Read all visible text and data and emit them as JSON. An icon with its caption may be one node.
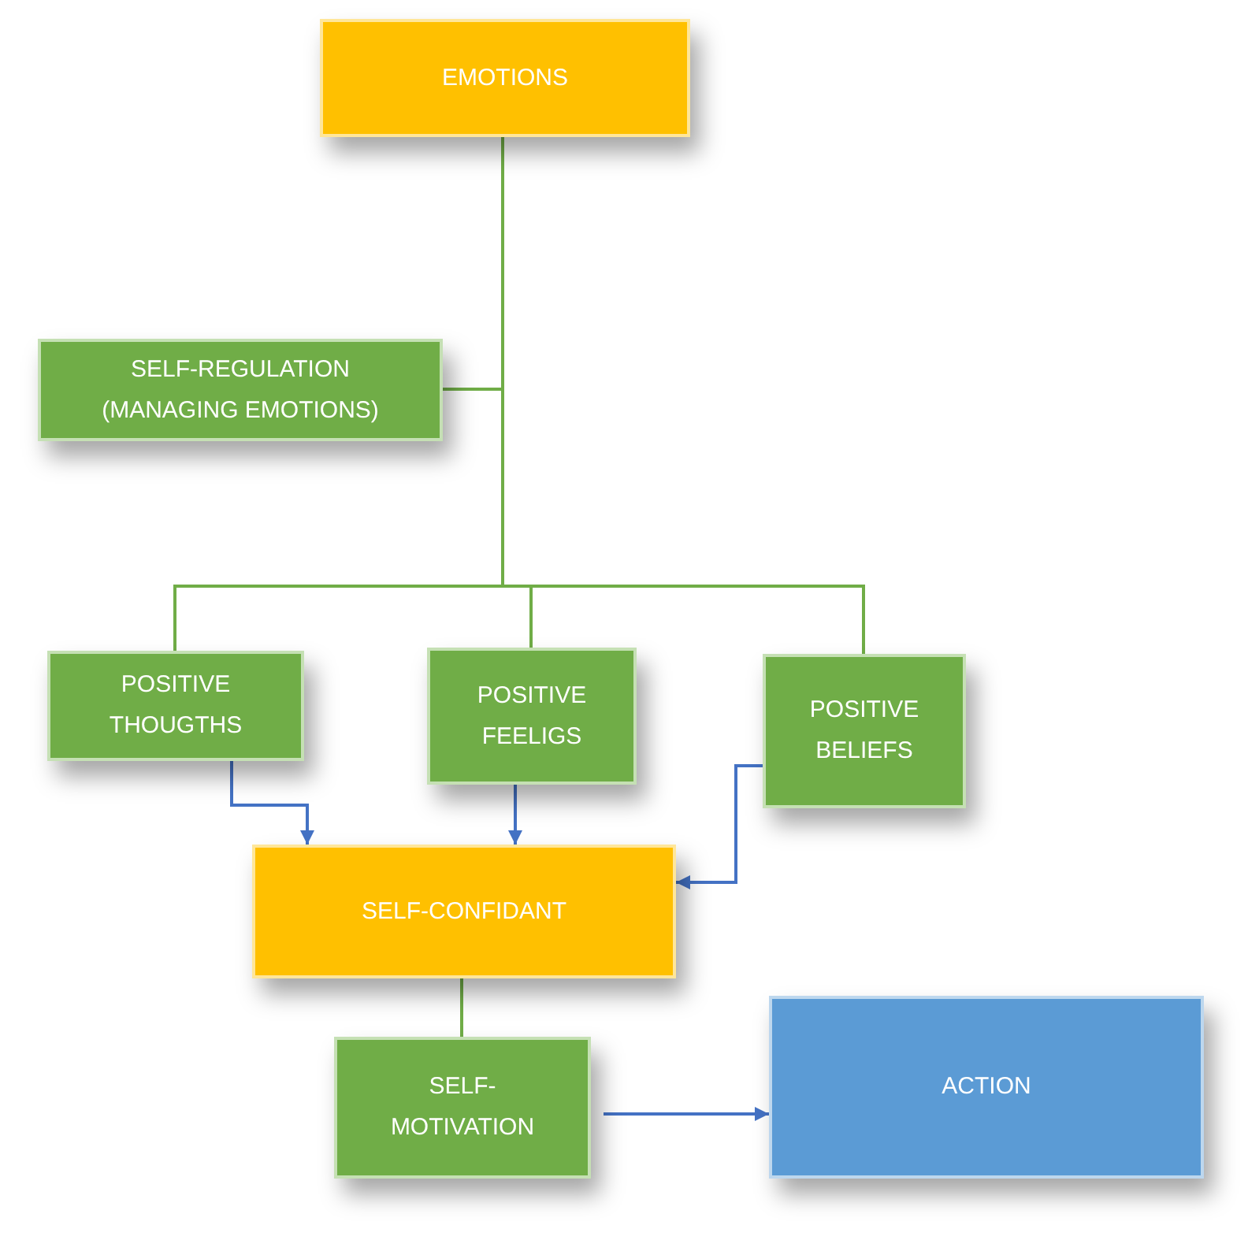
{
  "diagram": {
    "nodes": [
      {
        "text": [
          "EMOTIONS"
        ]
      },
      {
        "text": [
          "SELF-REGULATION (MANAGING EMOTIONS)"
        ]
      },
      {
        "text": [
          "POSITIVE THOUGTHS"
        ]
      },
      {
        "text": [
          "POSITIVE FEELIGS"
        ]
      },
      {
        "text": [
          "POSITIVE BELIEFS"
        ]
      },
      {
        "text": [
          "SELF-CONFIDANT"
        ]
      },
      {
        "text": [
          "SELF- MOTIVATION"
        ]
      },
      {
        "text": [
          "ACTION"
        ]
      }
    ],
    "edges": [
      {
        "from": 0,
        "to": 1,
        "arrow": "none"
      },
      {
        "from": 0,
        "to": 2,
        "arrow": "none"
      },
      {
        "from": 0,
        "to": 3,
        "arrow": "none"
      },
      {
        "from": 0,
        "to": 4,
        "arrow": "none"
      },
      {
        "from": 2,
        "to": 5,
        "arrow": "to",
        "color": "#4472c4"
      },
      {
        "from": 3,
        "to": 5,
        "arrow": "to",
        "color": "#4472c4"
      },
      {
        "from": 4,
        "to": 5,
        "arrow": "to",
        "color": "#4472c4"
      },
      {
        "from": 5,
        "to": 6,
        "arrow": "none"
      },
      {
        "from": 6,
        "to": 7,
        "arrow": "to",
        "color": "#4472c4"
      }
    ]
  }
}
